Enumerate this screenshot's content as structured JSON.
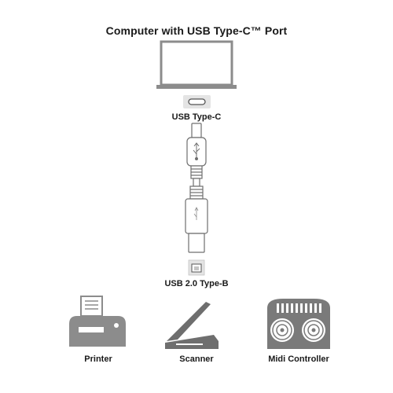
{
  "title": "Computer with USB Type-C™ Port",
  "labels": {
    "usb_c": "USB Type-C",
    "usb_b": "USB 2.0 Type-B"
  },
  "devices": [
    {
      "label": "Printer",
      "icon": "printer-icon"
    },
    {
      "label": "Scanner",
      "icon": "scanner-icon"
    },
    {
      "label": "Midi Controller",
      "icon": "midi-controller-icon"
    }
  ],
  "colors": {
    "icon_gray": "#8c8c8c",
    "icon_dark": "#6e6e6e",
    "cable_outline": "#6f6f6f",
    "port_fill": "#e4e4e4"
  }
}
